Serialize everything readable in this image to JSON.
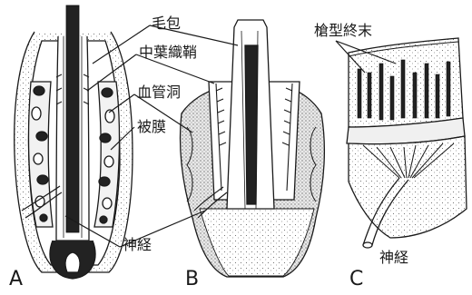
{
  "labels": {
    "follicle": "毛包",
    "mesenchymal_sheath": "中葉織鞘",
    "blood_sinus": "血管洞",
    "capsule": "被膜",
    "lanceolate_endings": "槍型終末",
    "nerve": "神経",
    "nerve_c": "神経"
  },
  "panels": {
    "a": "A",
    "b": "B",
    "c": "C"
  }
}
